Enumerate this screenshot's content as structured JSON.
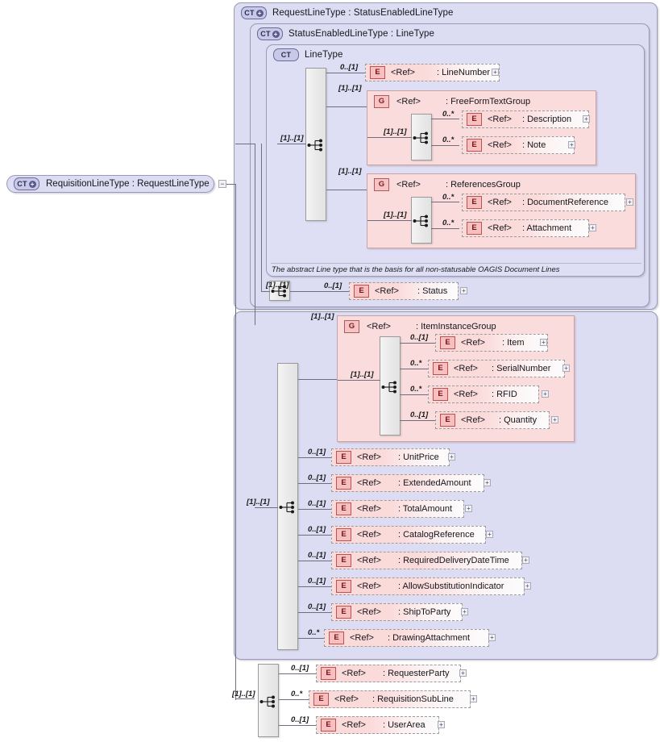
{
  "diagram": {
    "kind": "xsd-schema-diagram",
    "root": {
      "badge": "CT",
      "badge_plus": "+",
      "label": "RequisitionLineType : RequestLineType",
      "collapser": "−"
    },
    "containers": [
      {
        "id": "requestLineType",
        "badge": "CT",
        "badge_plus": "+",
        "label": "RequestLineType : StatusEnabledLineType"
      },
      {
        "id": "statusEnabledLineType",
        "badge": "CT",
        "badge_plus": "+",
        "label": "StatusEnabledLineType : LineType"
      },
      {
        "id": "lineType",
        "badge": "CT",
        "badge_plus": "",
        "label": "LineType"
      }
    ],
    "annotation": "The abstract Line type that is the basis for all non-statusable OAGIS Document Lines",
    "groups": [
      {
        "id": "freeFormTextGroup",
        "badge": "G",
        "ref": "<Ref>",
        "name": ": FreeFormTextGroup",
        "cardinality": "[1]..[1]"
      },
      {
        "id": "referencesGroup",
        "badge": "G",
        "ref": "<Ref>",
        "name": ": ReferencesGroup",
        "cardinality": "[1]..[1]"
      },
      {
        "id": "itemInstanceGroup",
        "badge": "G",
        "ref": "<Ref>",
        "name": ": ItemInstanceGroup",
        "cardinality": "[1]..[1]"
      }
    ],
    "sequence_cardinalities": {
      "lineType_seq": "[1]..[1]",
      "freeFormTextGroup_seq": "[1]..[1]",
      "referencesGroup_seq": "[1]..[1]",
      "status_seq": "[1]..[1]",
      "itemInstanceGroup_seq": "[1]..[1]",
      "requestLine_seq": "[1]..[1]",
      "root_seq": "[1]..[1]"
    },
    "elements": [
      {
        "id": "lineNumber",
        "badge": "E",
        "ref": "<Ref>",
        "name": ": LineNumber",
        "cardinality": "0..[1]",
        "expander": "+"
      },
      {
        "id": "description",
        "badge": "E",
        "ref": "<Ref>",
        "name": ": Description",
        "cardinality": "0..*",
        "expander": "+"
      },
      {
        "id": "note",
        "badge": "E",
        "ref": "<Ref>",
        "name": ": Note",
        "cardinality": "0..*",
        "expander": "+"
      },
      {
        "id": "documentReference",
        "badge": "E",
        "ref": "<Ref>",
        "name": ": DocumentReference",
        "cardinality": "0..*",
        "expander": "+"
      },
      {
        "id": "attachment",
        "badge": "E",
        "ref": "<Ref>",
        "name": ": Attachment",
        "cardinality": "0..*",
        "expander": "+"
      },
      {
        "id": "status",
        "badge": "E",
        "ref": "<Ref>",
        "name": ": Status",
        "cardinality": "0..[1]",
        "expander": "+"
      },
      {
        "id": "item",
        "badge": "E",
        "ref": "<Ref>",
        "name": ": Item",
        "cardinality": "0..[1]",
        "expander": "+"
      },
      {
        "id": "serialNumber",
        "badge": "E",
        "ref": "<Ref>",
        "name": ": SerialNumber",
        "cardinality": "0..*",
        "expander": "+"
      },
      {
        "id": "rfid",
        "badge": "E",
        "ref": "<Ref>",
        "name": ": RFID",
        "cardinality": "0..*",
        "expander": "+"
      },
      {
        "id": "quantity",
        "badge": "E",
        "ref": "<Ref>",
        "name": ": Quantity",
        "cardinality": "0..[1]",
        "expander": "+"
      },
      {
        "id": "unitPrice",
        "badge": "E",
        "ref": "<Ref>",
        "name": ": UnitPrice",
        "cardinality": "0..[1]",
        "expander": "+"
      },
      {
        "id": "extendedAmount",
        "badge": "E",
        "ref": "<Ref>",
        "name": ": ExtendedAmount",
        "cardinality": "0..[1]",
        "expander": "+"
      },
      {
        "id": "totalAmount",
        "badge": "E",
        "ref": "<Ref>",
        "name": ": TotalAmount",
        "cardinality": "0..[1]",
        "expander": "+"
      },
      {
        "id": "catalogReference",
        "badge": "E",
        "ref": "<Ref>",
        "name": ": CatalogReference",
        "cardinality": "0..[1]",
        "expander": "+"
      },
      {
        "id": "requiredDeliveryDateTime",
        "badge": "E",
        "ref": "<Ref>",
        "name": ": RequiredDeliveryDateTime",
        "cardinality": "0..[1]",
        "expander": "+"
      },
      {
        "id": "allowSubstitutionIndicator",
        "badge": "E",
        "ref": "<Ref>",
        "name": ": AllowSubstitutionIndicator",
        "cardinality": "0..[1]",
        "expander": "+"
      },
      {
        "id": "shipToParty",
        "badge": "E",
        "ref": "<Ref>",
        "name": ": ShipToParty",
        "cardinality": "0..[1]",
        "expander": "+"
      },
      {
        "id": "drawingAttachment",
        "badge": "E",
        "ref": "<Ref>",
        "name": ": DrawingAttachment",
        "cardinality": "0..*",
        "expander": "+"
      },
      {
        "id": "requesterParty",
        "badge": "E",
        "ref": "<Ref>",
        "name": ": RequesterParty",
        "cardinality": "0..[1]",
        "expander": "+"
      },
      {
        "id": "requisitionSubLine",
        "badge": "E",
        "ref": "<Ref>",
        "name": ": RequisitionSubLine",
        "cardinality": "0..*",
        "expander": "+"
      },
      {
        "id": "userArea",
        "badge": "E",
        "ref": "<Ref>",
        "name": ": UserArea",
        "cardinality": "0..[1]",
        "expander": "+"
      }
    ],
    "colors": {
      "container_bg": "#dcdcf2",
      "container_border": "#9a9ab8",
      "group_bg": "#fadcdc",
      "group_border": "#c9a3a3",
      "element_badge_bg": "#f7c0c0",
      "element_badge_border": "#c05050",
      "connector": "#6e6e80",
      "page_bg": "#ffffff"
    }
  }
}
